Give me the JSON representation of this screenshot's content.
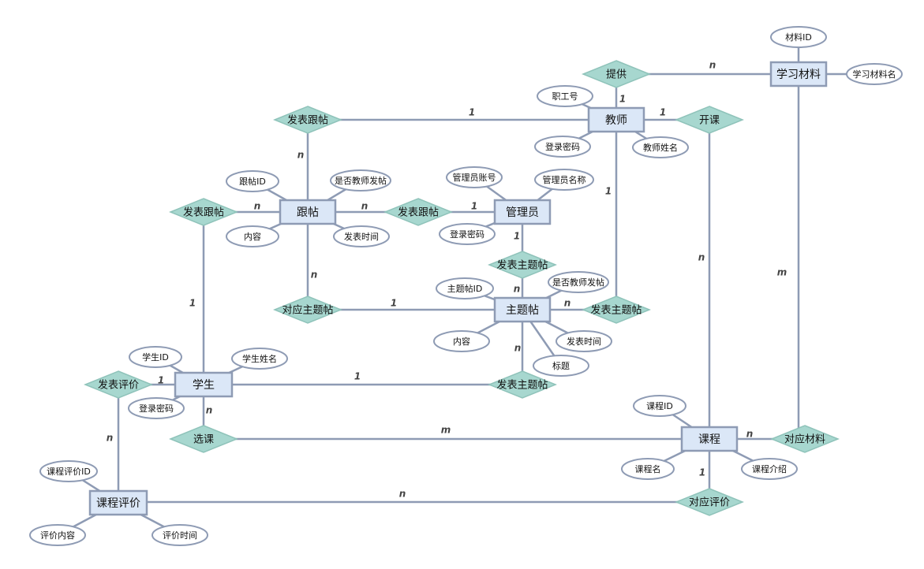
{
  "entities": [
    {
      "id": "E_material",
      "label": "学习材料"
    },
    {
      "id": "E_teacher",
      "label": "教师"
    },
    {
      "id": "E_reply",
      "label": "跟帖"
    },
    {
      "id": "E_admin",
      "label": "管理员"
    },
    {
      "id": "E_topic",
      "label": "主题帖"
    },
    {
      "id": "E_student",
      "label": "学生"
    },
    {
      "id": "E_course",
      "label": "课程"
    },
    {
      "id": "E_review",
      "label": "课程评价"
    }
  ],
  "relationships": [
    {
      "id": "R_provide",
      "label": "提供"
    },
    {
      "id": "R_teach",
      "label": "开课"
    },
    {
      "id": "R_t_reply",
      "label": "发表跟帖"
    },
    {
      "id": "R_s_reply",
      "label": "发表跟帖"
    },
    {
      "id": "R_a_reply",
      "label": "发表跟帖"
    },
    {
      "id": "R_a_topic",
      "label": "发表主题帖"
    },
    {
      "id": "R_reply_topic",
      "label": "对应主题帖"
    },
    {
      "id": "R_t_topic",
      "label": "发表主题帖"
    },
    {
      "id": "R_s_topic",
      "label": "发表主题帖"
    },
    {
      "id": "R_s_review",
      "label": "发表评价"
    },
    {
      "id": "R_select",
      "label": "选课"
    },
    {
      "id": "R_course_material",
      "label": "对应材料"
    },
    {
      "id": "R_course_review",
      "label": "对应评价"
    }
  ],
  "attributes": [
    {
      "id": "A_mat_id",
      "label": "材料ID",
      "entity": "E_material"
    },
    {
      "id": "A_mat_name",
      "label": "学习材料名",
      "entity": "E_material"
    },
    {
      "id": "A_t_no",
      "label": "职工号",
      "entity": "E_teacher"
    },
    {
      "id": "A_t_pwd",
      "label": "登录密码",
      "entity": "E_teacher"
    },
    {
      "id": "A_t_name",
      "label": "教师姓名",
      "entity": "E_teacher"
    },
    {
      "id": "A_r_id",
      "label": "跟帖ID",
      "entity": "E_reply"
    },
    {
      "id": "A_r_isteacher",
      "label": "是否教师发帖",
      "entity": "E_reply"
    },
    {
      "id": "A_r_content",
      "label": "内容",
      "entity": "E_reply"
    },
    {
      "id": "A_r_time",
      "label": "发表时间",
      "entity": "E_reply"
    },
    {
      "id": "A_a_account",
      "label": "管理员账号",
      "entity": "E_admin"
    },
    {
      "id": "A_a_name",
      "label": "管理员名称",
      "entity": "E_admin"
    },
    {
      "id": "A_a_pwd",
      "label": "登录密码",
      "entity": "E_admin"
    },
    {
      "id": "A_tp_id",
      "label": "主题帖ID",
      "entity": "E_topic"
    },
    {
      "id": "A_tp_isteacher",
      "label": "是否教师发帖",
      "entity": "E_topic"
    },
    {
      "id": "A_tp_content",
      "label": "内容",
      "entity": "E_topic"
    },
    {
      "id": "A_tp_time",
      "label": "发表时间",
      "entity": "E_topic"
    },
    {
      "id": "A_tp_title",
      "label": "标题",
      "entity": "E_topic"
    },
    {
      "id": "A_s_id",
      "label": "学生ID",
      "entity": "E_student"
    },
    {
      "id": "A_s_name",
      "label": "学生姓名",
      "entity": "E_student"
    },
    {
      "id": "A_s_pwd",
      "label": "登录密码",
      "entity": "E_student"
    },
    {
      "id": "A_c_id",
      "label": "课程ID",
      "entity": "E_course"
    },
    {
      "id": "A_c_name",
      "label": "课程名",
      "entity": "E_course"
    },
    {
      "id": "A_c_intro",
      "label": "课程介绍",
      "entity": "E_course"
    },
    {
      "id": "A_rv_id",
      "label": "课程评价ID",
      "entity": "E_review"
    },
    {
      "id": "A_rv_content",
      "label": "评价内容",
      "entity": "E_review"
    },
    {
      "id": "A_rv_time",
      "label": "评价时间",
      "entity": "E_review"
    }
  ],
  "edges": [
    {
      "from": "R_provide",
      "to": "E_material",
      "card": "n"
    },
    {
      "from": "R_provide",
      "to": "E_teacher",
      "card": "1"
    },
    {
      "from": "R_t_reply",
      "to": "E_teacher",
      "card": "1"
    },
    {
      "from": "R_t_reply",
      "to": "E_reply",
      "card": "n"
    },
    {
      "from": "R_teach",
      "to": "E_teacher",
      "card": "1"
    },
    {
      "from": "R_teach",
      "to": "E_course",
      "card": "n"
    },
    {
      "from": "R_course_material",
      "to": "E_material",
      "card": "m"
    },
    {
      "from": "R_course_material",
      "to": "E_course",
      "card": "n"
    },
    {
      "from": "R_s_reply",
      "to": "E_reply",
      "card": "n"
    },
    {
      "from": "R_s_reply",
      "to": "E_student",
      "card": "1"
    },
    {
      "from": "R_a_reply",
      "to": "E_reply",
      "card": "n"
    },
    {
      "from": "R_a_reply",
      "to": "E_admin",
      "card": "1"
    },
    {
      "from": "R_a_topic",
      "to": "E_admin",
      "card": "1"
    },
    {
      "from": "R_a_topic",
      "to": "E_topic",
      "card": "n"
    },
    {
      "from": "R_reply_topic",
      "to": "E_reply",
      "card": "n"
    },
    {
      "from": "R_reply_topic",
      "to": "E_topic",
      "card": "1"
    },
    {
      "from": "R_t_topic",
      "to": "E_teacher",
      "card": "1"
    },
    {
      "from": "R_t_topic",
      "to": "E_topic",
      "card": "n"
    },
    {
      "from": "R_s_topic",
      "to": "E_topic",
      "card": "n"
    },
    {
      "from": "R_s_topic",
      "to": "E_student",
      "card": "1"
    },
    {
      "from": "R_s_review",
      "to": "E_student",
      "card": "1"
    },
    {
      "from": "R_s_review",
      "to": "E_review",
      "card": "n"
    },
    {
      "from": "R_select",
      "to": "E_student",
      "card": "n"
    },
    {
      "from": "R_select",
      "to": "E_course",
      "card": "m"
    },
    {
      "from": "R_course_review",
      "to": "E_course",
      "card": "1"
    },
    {
      "from": "R_course_review",
      "to": "E_review",
      "card": "n"
    }
  ]
}
